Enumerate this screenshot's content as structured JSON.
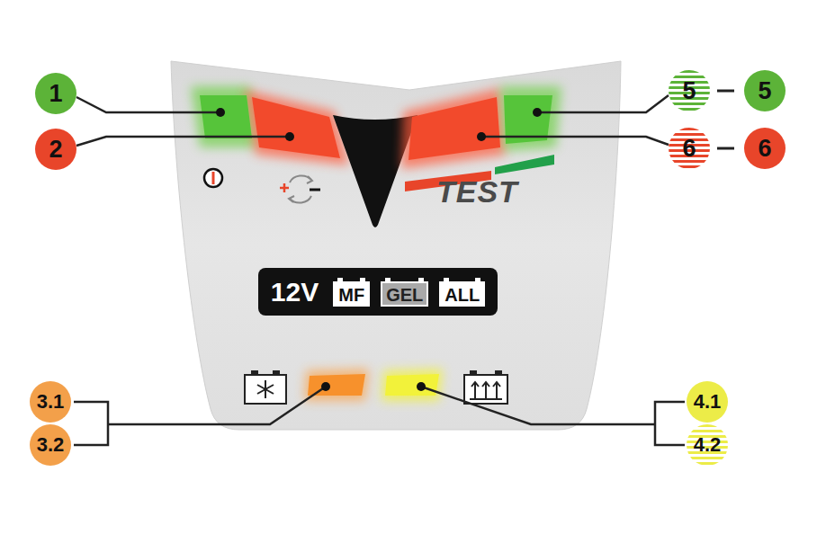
{
  "diagram": {
    "nodes": [
      {
        "text": [
          "1"
        ]
      },
      {
        "text": [
          "5"
        ]
      },
      {
        "text": [
          "5"
        ]
      },
      {
        "text": [
          "2"
        ]
      },
      {
        "text": [
          "6"
        ]
      },
      {
        "text": [
          "6"
        ]
      },
      {
        "text": [
          "TEST"
        ]
      },
      {
        "text": [
          "12V"
        ],
        "in": 6
      },
      {
        "text": [
          "MF"
        ],
        "in": 7
      },
      {
        "text": [
          "GEL"
        ],
        "in": 7
      },
      {
        "text": [
          "ALL"
        ],
        "in": 7
      },
      {
        "text": [
          "3.1"
        ]
      },
      {
        "text": [
          "4.1"
        ]
      },
      {
        "text": [
          "3.2"
        ]
      },
      {
        "text": [
          "4.2"
        ]
      }
    ]
  }
}
